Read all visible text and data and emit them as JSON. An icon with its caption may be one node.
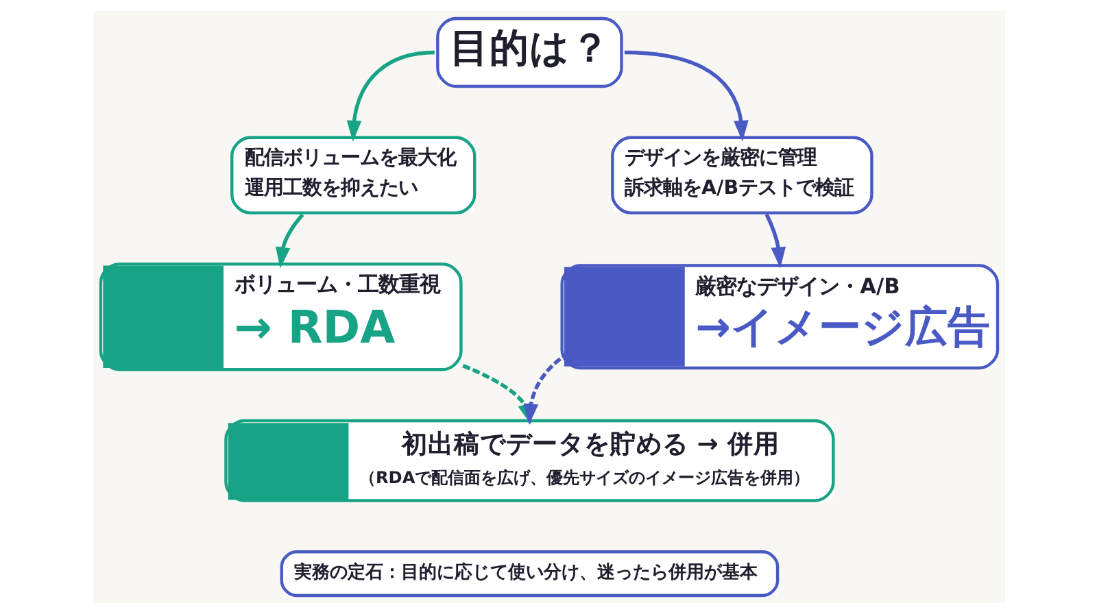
{
  "diagram": {
    "nodes": [
      {
        "text": [
          "目的は？"
        ]
      },
      {
        "text": [
          "配信ボリュームを最大化",
          "運用工数を抑えたい"
        ]
      },
      {
        "text": [
          "デザインを厳密に管理",
          "訴求軸をA/Bテストで検証"
        ]
      },
      {
        "text": [
          "ボリューム・工数重視",
          "→ RDA"
        ]
      },
      {
        "text": [
          "厳密なデザイン・A/B",
          "→イメージ広告"
        ]
      },
      {
        "text": [
          "初出稿でデータを貯める → 併用",
          "（RDAで配信面を広げ、優先サイズのイメージ広告を併用）"
        ]
      },
      {
        "text": [
          "実務の定石：目的に応じて使い分け、迷ったら併用が基本"
        ]
      }
    ],
    "edges": [
      {
        "from": 0,
        "to": 1,
        "arrow": "to",
        "color": "#17a385"
      },
      {
        "from": 0,
        "to": 2,
        "arrow": "to",
        "color": "#4a5ac4"
      },
      {
        "from": 1,
        "to": 3,
        "arrow": "to",
        "color": "#17a385"
      },
      {
        "from": 2,
        "to": 4,
        "arrow": "to",
        "color": "#4a5ac4"
      },
      {
        "from": 3,
        "to": 5,
        "arrow": "to",
        "style": "dashed",
        "color": "#17a385"
      },
      {
        "from": 4,
        "to": 5,
        "arrow": "to",
        "style": "dashed",
        "color": "#4a5ac4"
      }
    ]
  }
}
